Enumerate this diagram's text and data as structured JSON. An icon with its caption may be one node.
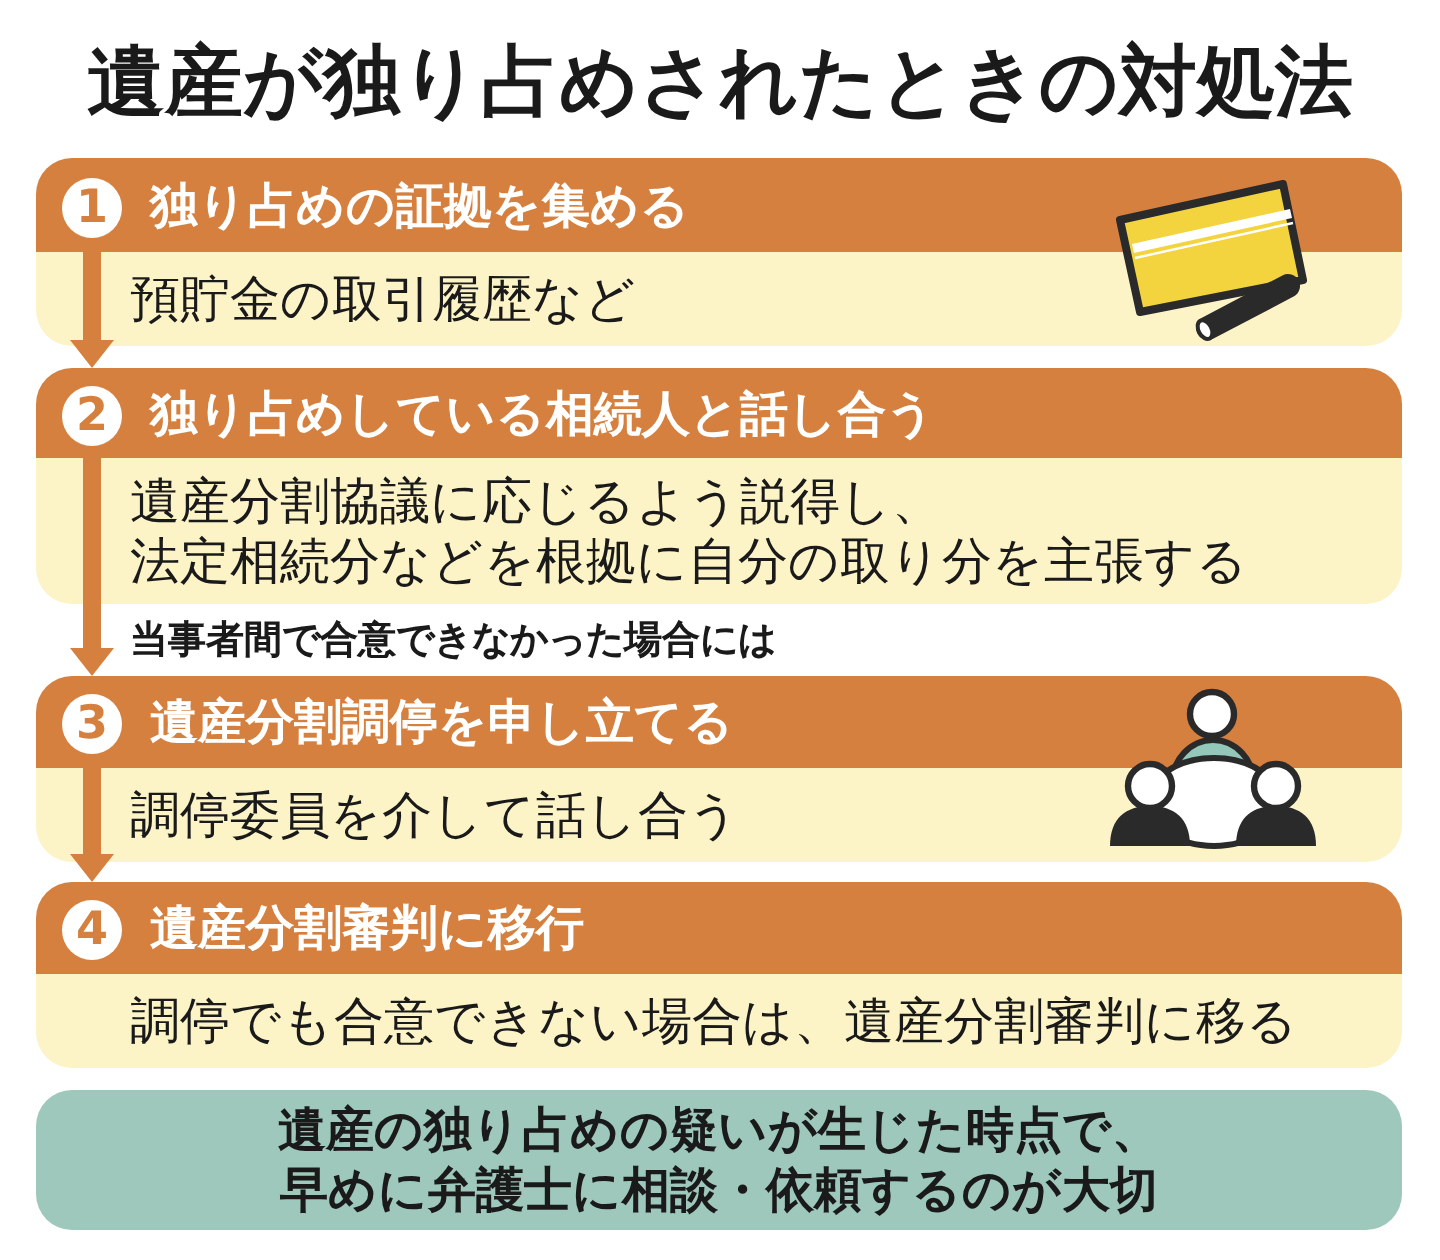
{
  "diagram": {
    "title": "遺産が独り占めされたときの対処法",
    "nodes": [
      {
        "text": [
          "1",
          "独り占めの証拠を集める",
          "預貯金の取引履歴など"
        ]
      },
      {
        "text": [
          "2",
          "独り占めしている相続人と話し合う",
          "遺産分割協議に応じるよう説得し、法定相続分などを根拠に自分の取り分を主張する"
        ]
      },
      {
        "text": [
          "3",
          "遺産分割調停を申し立てる",
          "調停委員を介して話し合う"
        ]
      },
      {
        "text": [
          "4",
          "遺産分割審判に移行",
          "調停でも合意できない場合は、遺産分割審判に移る"
        ]
      },
      {
        "text": [
          "遺産の独り占めの疑いが生じた時点で、早めに弁護士に相談・依頼するのが大切"
        ]
      }
    ],
    "edges": [
      {
        "from": 0,
        "to": 1,
        "arrow": "to"
      },
      {
        "from": 1,
        "to": 2,
        "arrow": "to",
        "label": "当事者間で合意できなかった場合には"
      },
      {
        "from": 2,
        "to": 3,
        "arrow": "to"
      }
    ]
  }
}
